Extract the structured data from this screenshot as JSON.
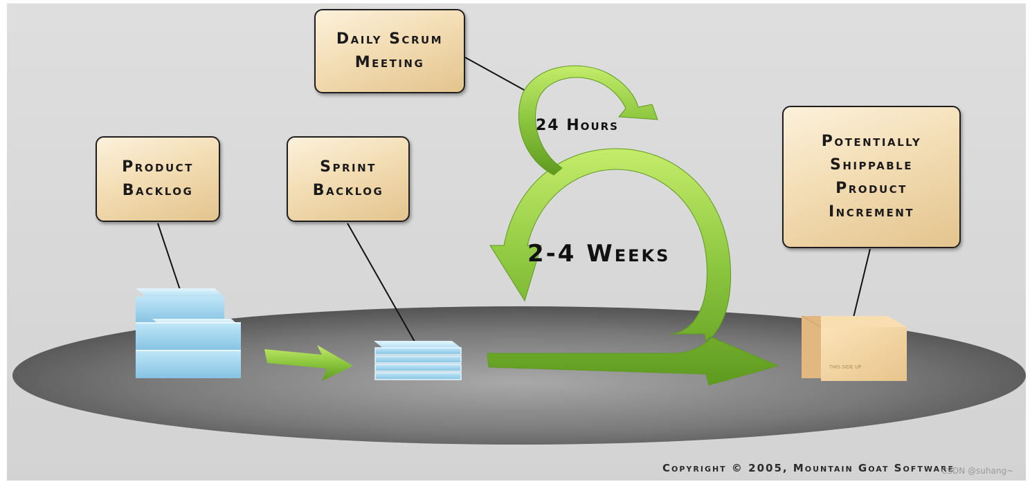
{
  "callouts": {
    "daily_scrum": "Daily Scrum\nMeeting",
    "product_backlog": "Product\nBacklog",
    "sprint_backlog": "Sprint\nBacklog",
    "increment": "Potentially\nShippable\nProduct\nIncrement"
  },
  "cycle_labels": {
    "daily": "24 Hours",
    "sprint": "2-4 Weeks"
  },
  "box_label": "THIS SIDE UP",
  "footer": {
    "copyright": "Copyright © 2005, Mountain Goat Software",
    "watermark": "CSDN @suhang~"
  },
  "colors": {
    "arrow_green": "#8cc63f",
    "callout_fill": "#f3ddb4",
    "backlog_blue": "#a8d8f0"
  }
}
